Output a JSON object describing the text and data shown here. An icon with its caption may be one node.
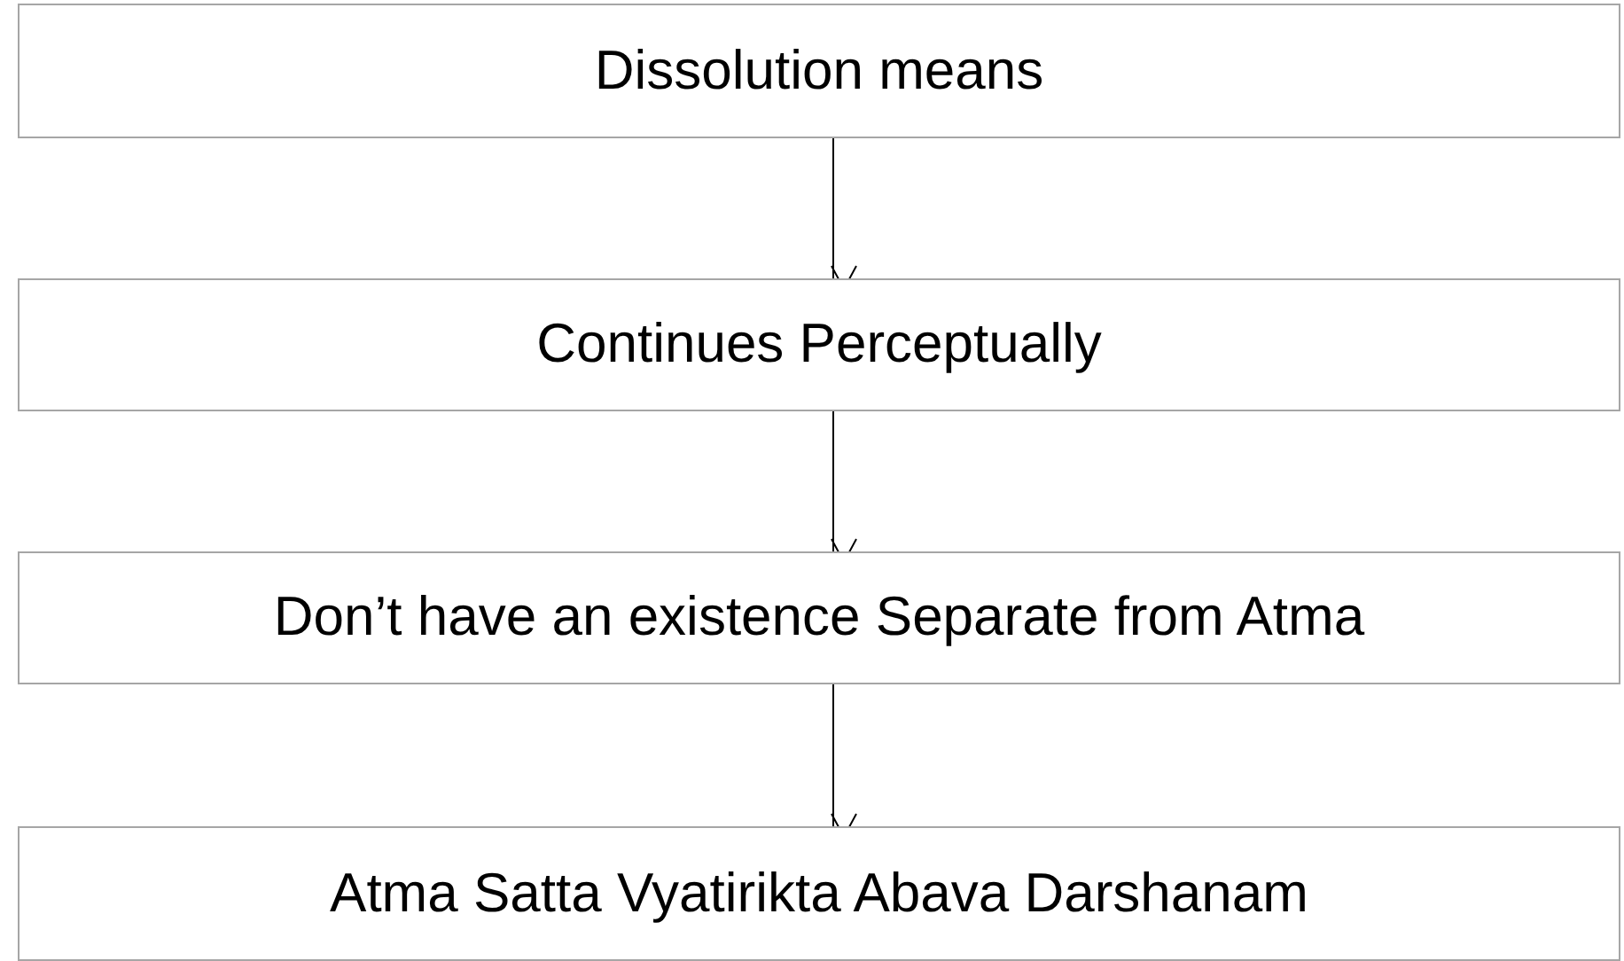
{
  "diagram": {
    "nodes": [
      {
        "text": [
          "Dissolution means"
        ]
      },
      {
        "text": [
          "Continues Perceptually"
        ]
      },
      {
        "text": [
          "Don’t have an existence Separate from Atma"
        ]
      },
      {
        "text": [
          "Atma Satta Vyatirikta Abava Darshanam"
        ]
      }
    ],
    "edges": [
      {
        "from": 0,
        "to": 1,
        "arrow": "to"
      },
      {
        "from": 1,
        "to": 2,
        "arrow": "to"
      },
      {
        "from": 2,
        "to": 3,
        "arrow": "to"
      }
    ]
  }
}
